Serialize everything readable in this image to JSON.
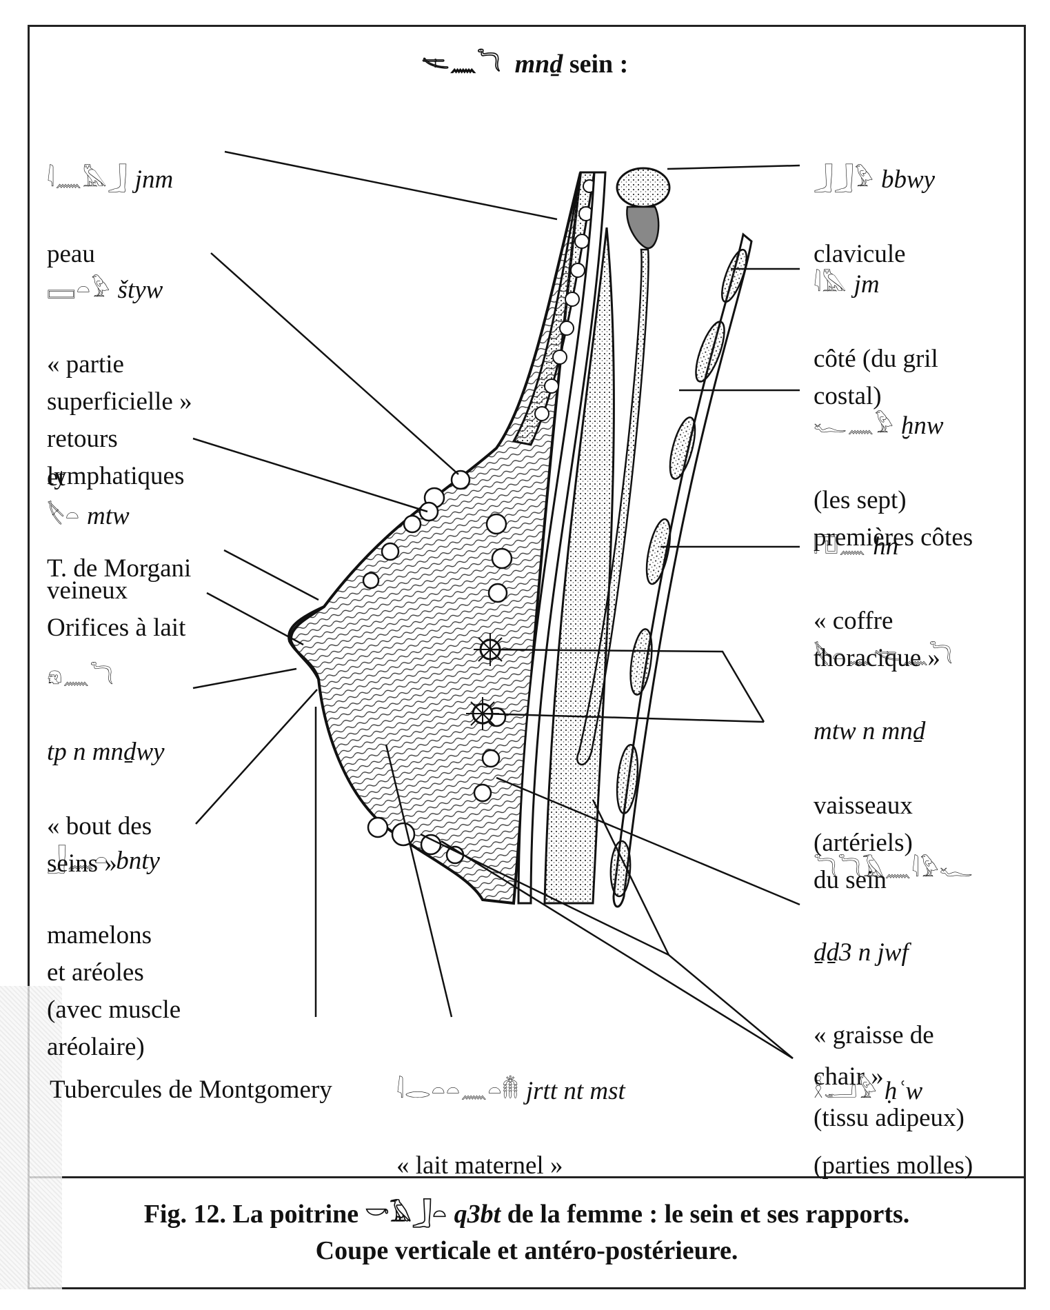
{
  "title": {
    "glyphs": "𓌻𓈖𓆓",
    "translit": "mnḏ",
    "word": "sein :"
  },
  "labels": {
    "jnm": {
      "glyphs": "𓇋𓈖𓅓𓃀",
      "translit": "jnm",
      "text": "peau"
    },
    "styw": {
      "glyphs": "𓈙𓏏𓅱",
      "translit": "štyw",
      "text": "« partie\nsuperficielle »\nretours\nlymphatiques"
    },
    "mtw": {
      "prefix": "et",
      "glyphs": "𓌸𓏏",
      "translit": "mtw",
      "text": "veineux"
    },
    "morgani": {
      "text": "T. de Morgani"
    },
    "orifices": {
      "text": "Orifices à lait"
    },
    "tp": {
      "glyphs": "𓁶𓈖𓆓",
      "translit": "tp n mnḏwy",
      "text": "« bout des\nseins »"
    },
    "bnty": {
      "glyphs": "𓃀𓈖𓏏",
      "translit": "bnty",
      "text": "mamelons\net aréoles\n(avec muscle\naréolaire)"
    },
    "montgomery": {
      "text": "Tubercules de Montgomery"
    },
    "jrtt": {
      "glyphs": "𓇋𓂋𓏏𓏏𓈖𓏏𓄟",
      "translit": "jrtt nt mst",
      "text": "« lait maternel »"
    },
    "bbwy": {
      "glyphs": "𓃀𓃀𓅱",
      "translit": "bbwy",
      "text": "clavicule"
    },
    "jm": {
      "glyphs": "𓇋𓅓",
      "translit": "jm",
      "text": "côté (du gril\ncostal)"
    },
    "hnw": {
      "glyphs": "𓆑𓈖𓅱",
      "translit": "ḫnw",
      "text": "(les sept)\npremières côtes"
    },
    "hn": {
      "glyphs": "𓉔𓈖",
      "translit": "hn",
      "text": "« coffre\nthoracique »"
    },
    "mtwn": {
      "glyphs": "𓌸𓏏𓈖𓌻𓈖𓆓",
      "translit": "mtw n mnḏ",
      "text": "vaisseaux\n(artériels)\ndu sein"
    },
    "dd": {
      "glyphs": "𓆓𓆓𓄿𓈖𓇋𓅱𓆑",
      "translit": "ḏḏ3 n jwf",
      "text": "« graisse de\nchair »\n(tissu adipeux)"
    },
    "haw": {
      "glyphs": "𓎛𓂝𓅱",
      "translit": "ḥʿw",
      "text": "(parties molles)"
    }
  },
  "caption": {
    "line1_a": "Fig. 12. La poitrine",
    "glyphs": "𓎡𓄿𓃀𓏏",
    "translit": "q3bt",
    "line1_b": "de la femme : le sein et ses rapports.",
    "line2": "Coupe verticale et antéro-postérieure."
  }
}
